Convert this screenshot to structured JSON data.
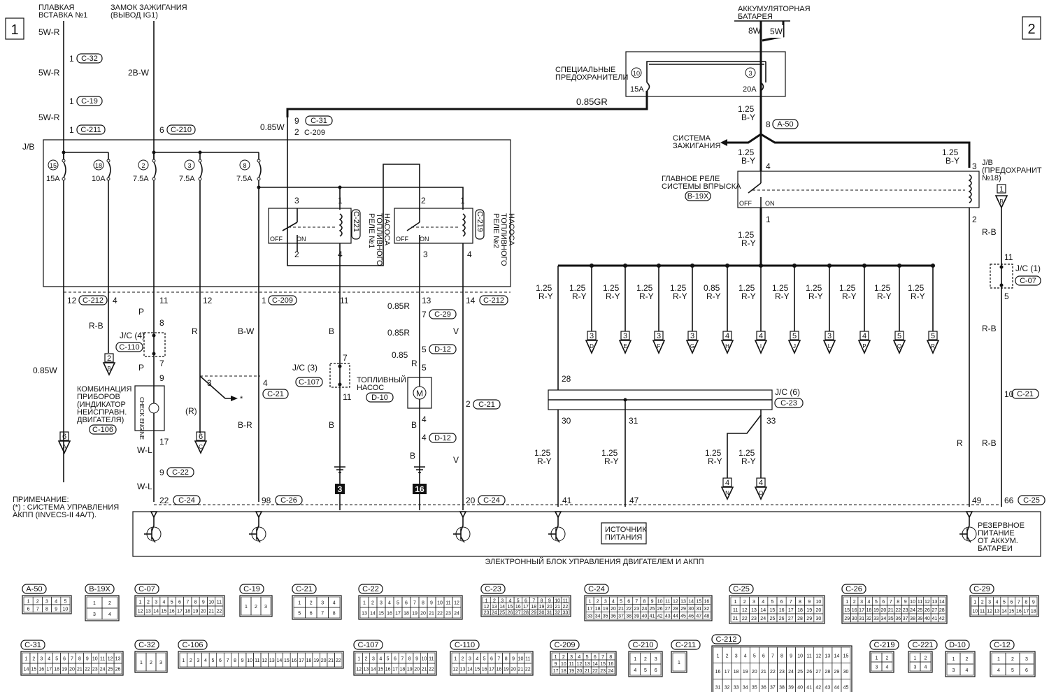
{
  "page_markers": {
    "left": "1",
    "right": "2"
  },
  "top_labels": {
    "fusible_link": [
      "ПЛАВКАЯ",
      "ВСТАВКА №1"
    ],
    "ignition_switch": [
      "ЗАМОК ЗАЖИГАНИЯ",
      "(ВЫВОД IG1)"
    ],
    "battery": [
      "АККУМУЛЯТОРНАЯ",
      "БАТАРЕЯ"
    ]
  },
  "battery_wires": {
    "left": "8W",
    "right": "5W"
  },
  "special_fuses": {
    "label": [
      "СПЕЦИАЛЬНЫЕ",
      "ПРЕДОХРАНИТЕЛИ"
    ],
    "left": {
      "num": "10",
      "rating": "15A"
    },
    "right": {
      "num": "3",
      "rating": "20A"
    }
  },
  "wire_085gr": "0.85GR",
  "left_chain": [
    {
      "wire": "5W-R",
      "pin": "1",
      "conn": "C-32"
    },
    {
      "wire": "5W-R",
      "pin": "1",
      "conn": "C-19"
    },
    {
      "wire": "5W-R",
      "pin": "1",
      "conn": "C-211"
    }
  ],
  "ign_chain": {
    "wire": "2B-W",
    "pin": "6",
    "conn": "C-210"
  },
  "pump_feed": {
    "wire": "0.85W",
    "pin_top": "9",
    "conn_top": "C-31",
    "pin_bottom": "2",
    "conn_bottom": "C-209"
  },
  "jb_label": "J/B",
  "jb_fuses": [
    {
      "num": "15",
      "rating": "15A"
    },
    {
      "num": "18",
      "rating": "10A"
    },
    {
      "num": "2",
      "rating": "7.5A"
    },
    {
      "num": "3",
      "rating": "7.5A"
    },
    {
      "num": "8",
      "rating": "7.5A"
    }
  ],
  "relay1": {
    "label": [
      "РЕЛЕ №1",
      "ТОПЛИВНОГО",
      "НАСОСА"
    ],
    "conn": "C-221",
    "pins": [
      "3",
      "1",
      "2",
      "4"
    ],
    "off": "OFF",
    "on": "ON"
  },
  "relay2": {
    "label": [
      "РЕЛЕ №2",
      "ТОПЛИВНОГО",
      "НАСОСА"
    ],
    "conn": "C-219",
    "pins": [
      "2",
      "1",
      "3",
      "4"
    ],
    "off": "OFF",
    "on": "ON"
  },
  "main_relay": {
    "label": [
      "ГЛАВНОЕ РЕЛЕ",
      "СИСТЕМЫ ВПРЫСКА"
    ],
    "conn": "B-19X",
    "pins": [
      "4",
      "1"
    ],
    "off": "OFF",
    "on": "ON"
  },
  "ignition_system": [
    "СИСТЕМА",
    "ЗАЖИГАНИЯ"
  ],
  "a50": {
    "pin": "8",
    "conn": "A-50"
  },
  "wire_125_by": [
    "1.25",
    "B-Y"
  ],
  "wire_125_ry": [
    "1.25",
    "R-Y"
  ],
  "jb_fuse18": {
    "label": [
      "J/B",
      "(ПРЕДОХРАНИТ",
      "№18)"
    ],
    "pin_top": "3",
    "pin_bottom": "2",
    "marker": "1"
  },
  "bottom_row": [
    {
      "pin": "12",
      "conn": "C-212"
    },
    {
      "pin": "4",
      "conn": ""
    },
    {
      "pin": "11",
      "conn": ""
    },
    {
      "pin": "12",
      "conn": ""
    },
    {
      "pin": "1",
      "conn": "C-209"
    },
    {
      "pin": "11",
      "conn": ""
    },
    {
      "pin": "13",
      "conn": ""
    },
    {
      "pin": "14",
      "conn": "C-212"
    }
  ],
  "wire_085w": "0.85W",
  "wire_rb": "R-B",
  "wire_p": "P",
  "wire_r": "R",
  "wire_bw": "B-W",
  "wire_b": "B",
  "wire_v": "V",
  "wire_wl": "W-L",
  "wire_br": "B-R",
  "wire_085r": "0.85R",
  "wire_085": "0.85",
  "jc4": {
    "label": "J/C (4)",
    "conn": "C-110",
    "pin_top": "8",
    "pin_bottom": "7"
  },
  "jc3": {
    "label": "J/C (3)",
    "conn": "C-107",
    "pin_top": "7",
    "pin_bottom": "11"
  },
  "jc6": {
    "label": "J/C (6)",
    "conn": "C-23",
    "pins": [
      "28",
      "30",
      "31",
      "33"
    ]
  },
  "jc1": {
    "label": "J/C (1)",
    "conn": "C-07",
    "pin_top": "11",
    "pin_bottom": "5"
  },
  "meter": {
    "label": [
      "КОМБИНАЦИЯ",
      "ПРИБОРОВ",
      "(ИНДИКАТОР",
      "НЕИСПРАВН.",
      "ДВИГАТЕЛЯ)"
    ],
    "conn": "C-106",
    "pin_top": "9",
    "pin_bottom": "17",
    "lamp": "CHECK ENGINE"
  },
  "pump": {
    "label": [
      "ТОПЛИВНЫЙ",
      "НАСОС"
    ],
    "conn": "D-10",
    "motor": "M"
  },
  "c29": {
    "pin": "7",
    "conn": "C-29"
  },
  "d12": [
    {
      "pin": "5",
      "conn": "D-12"
    },
    {
      "pin": "4",
      "conn": "D-12"
    }
  ],
  "c21": [
    {
      "pin": "4",
      "conn": "C-21"
    },
    {
      "pin": "2",
      "conn": "C-21"
    },
    {
      "pin": "10",
      "conn": "C-21"
    }
  ],
  "c22": {
    "pin": "9",
    "conn": "C-22"
  },
  "bus_wires": [
    [
      "1.25",
      "R-Y"
    ],
    [
      "1.25",
      "R-Y"
    ],
    [
      "1.25",
      "R-Y"
    ],
    [
      "1.25",
      "R-Y"
    ],
    [
      "1.25",
      "R-Y"
    ],
    [
      "0.85",
      "R-Y"
    ],
    [
      "1.25",
      "R-Y"
    ],
    [
      "1.25",
      "R-Y"
    ],
    [
      "1.25",
      "R-Y"
    ],
    [
      "1.25",
      "R-Y"
    ],
    [
      "1.25",
      "R-Y"
    ],
    [
      "1.25",
      "R-Y"
    ]
  ],
  "bus_tags": [
    {
      "num": "3",
      "letter": "D"
    },
    {
      "num": "3",
      "letter": "E"
    },
    {
      "num": "3",
      "letter": "F"
    },
    {
      "num": "3",
      "letter": "G"
    },
    {
      "num": "4",
      "letter": "H"
    },
    {
      "num": "4",
      "letter": "I"
    },
    {
      "num": "5",
      "letter": "J"
    },
    {
      "num": "3",
      "letter": "L"
    },
    {
      "num": "4",
      "letter": "P"
    },
    {
      "num": "5",
      "letter": "Q"
    },
    {
      "num": "5",
      "letter": "R"
    }
  ],
  "left_tags": [
    {
      "num": "6",
      "letter": "A"
    },
    {
      "num": "2",
      "letter": "B"
    },
    {
      "num": "6",
      "letter": "C"
    },
    {
      "num": "1",
      "letter": "B"
    }
  ],
  "jc6_tags": [
    {
      "num": "4",
      "letter": "N"
    },
    {
      "num": "4",
      "letter": "O"
    }
  ],
  "grounds": [
    "3",
    "16"
  ],
  "r_note": "(R)",
  "pin_3": "3",
  "note": [
    "ПРИМЕЧАНИЕ:",
    "(*) : СИСТЕМА УПРАВЛЕНИЯ",
    "АКПП (INVECS-II 4A/T)."
  ],
  "ecu_pins": [
    {
      "pin": "22",
      "conn": "C-24"
    },
    {
      "pin": "98",
      "conn": "C-26"
    },
    {
      "pin": "20",
      "conn": "C-24"
    },
    {
      "pin": "41",
      "conn": ""
    },
    {
      "pin": "47",
      "conn": ""
    },
    {
      "pin": "49",
      "conn": ""
    },
    {
      "pin": "66",
      "conn": "C-25"
    }
  ],
  "ecu_power": [
    "ИСТОЧНИК",
    "ПИТАНИЯ"
  ],
  "ecu_backup": [
    "РЕЗЕРВНОЕ",
    "ПИТАНИЕ",
    "ОТ АККУМ.",
    "БАТАРЕИ"
  ],
  "ecu_title": "ЭЛЕКТРОННЫЙ БЛОК УПРАВЛЕНИЯ ДВИГАТЕЛЕМ И АКПП",
  "connectors_row1": [
    "A-50",
    "B-19X",
    "C-07",
    "C-19",
    "C-21",
    "C-22",
    "C-23",
    "C-24",
    "C-25",
    "C-26",
    "C-29"
  ],
  "connectors_row2": [
    "C-31",
    "C-32",
    "C-106",
    "C-107",
    "C-110",
    "C-209",
    "C-210",
    "C-211",
    "C-212",
    "C-219",
    "C-221",
    "D-10",
    "C-12"
  ]
}
